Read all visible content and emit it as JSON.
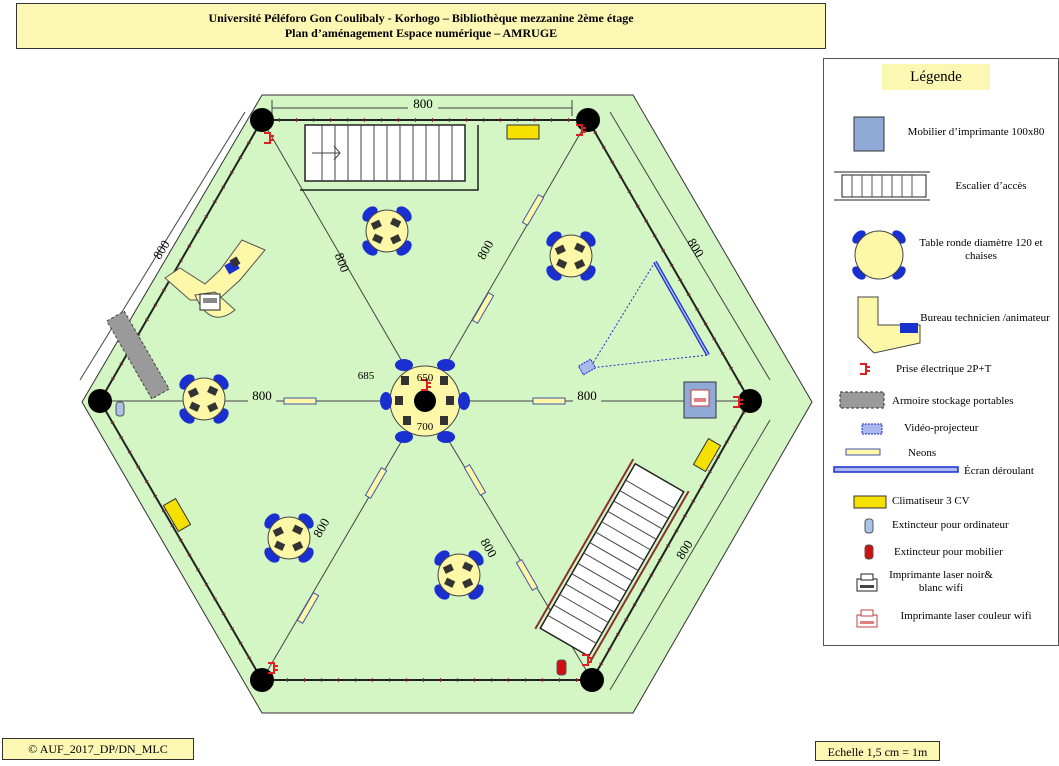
{
  "header": {
    "line1": "Université Péléforo Gon Coulibaly - Korhogo – Bibliothèque mezzanine 2ème étage",
    "line2": "Plan d’aménagement Espace numérique – AMRUGE"
  },
  "plan": {
    "dimensions": {
      "top": "800",
      "upper_left": "800",
      "upper_right": "800",
      "lower_right": "800",
      "diag_upper_left": "800",
      "diag_upper_right": "800",
      "diag_lower_left": "800",
      "diag_lower_right": "800",
      "left_axis": "800",
      "right_axis": "800",
      "center_685": "685",
      "center_650": "650",
      "center_700": "700"
    }
  },
  "legend": {
    "title": "Légende",
    "items": {
      "printer_furniture": "Mobilier d’imprimante 100x80",
      "stairs": "Escalier d’accès",
      "round_table": "Table ronde diamètre 120 et chaises",
      "desk": "Bureau technicien /animateur",
      "outlet": "Prise électrique 2P+T",
      "cabinet": "Armoire stockage portables",
      "projector": "Vidéo-projecteur",
      "neons": "Neons",
      "screen": "Écran déroulant",
      "ac": "Climatiseur 3 CV",
      "ext_computer": "Extincteur pour ordinateur",
      "ext_furniture": "Extincteur pour mobilier",
      "printer_bw": "Imprimante laser noir& blanc wifi",
      "printer_color": "Imprimante laser couleur wifi"
    }
  },
  "colors": {
    "floor": "#d4f5c4",
    "table": "#fdf7a8",
    "chair": "#1a2fd0",
    "furniture": "#8faad6"
  },
  "footer": {
    "copyright": "© AUF_2017_DP/DN_MLC",
    "scale": "Echelle 1,5 cm = 1m"
  }
}
